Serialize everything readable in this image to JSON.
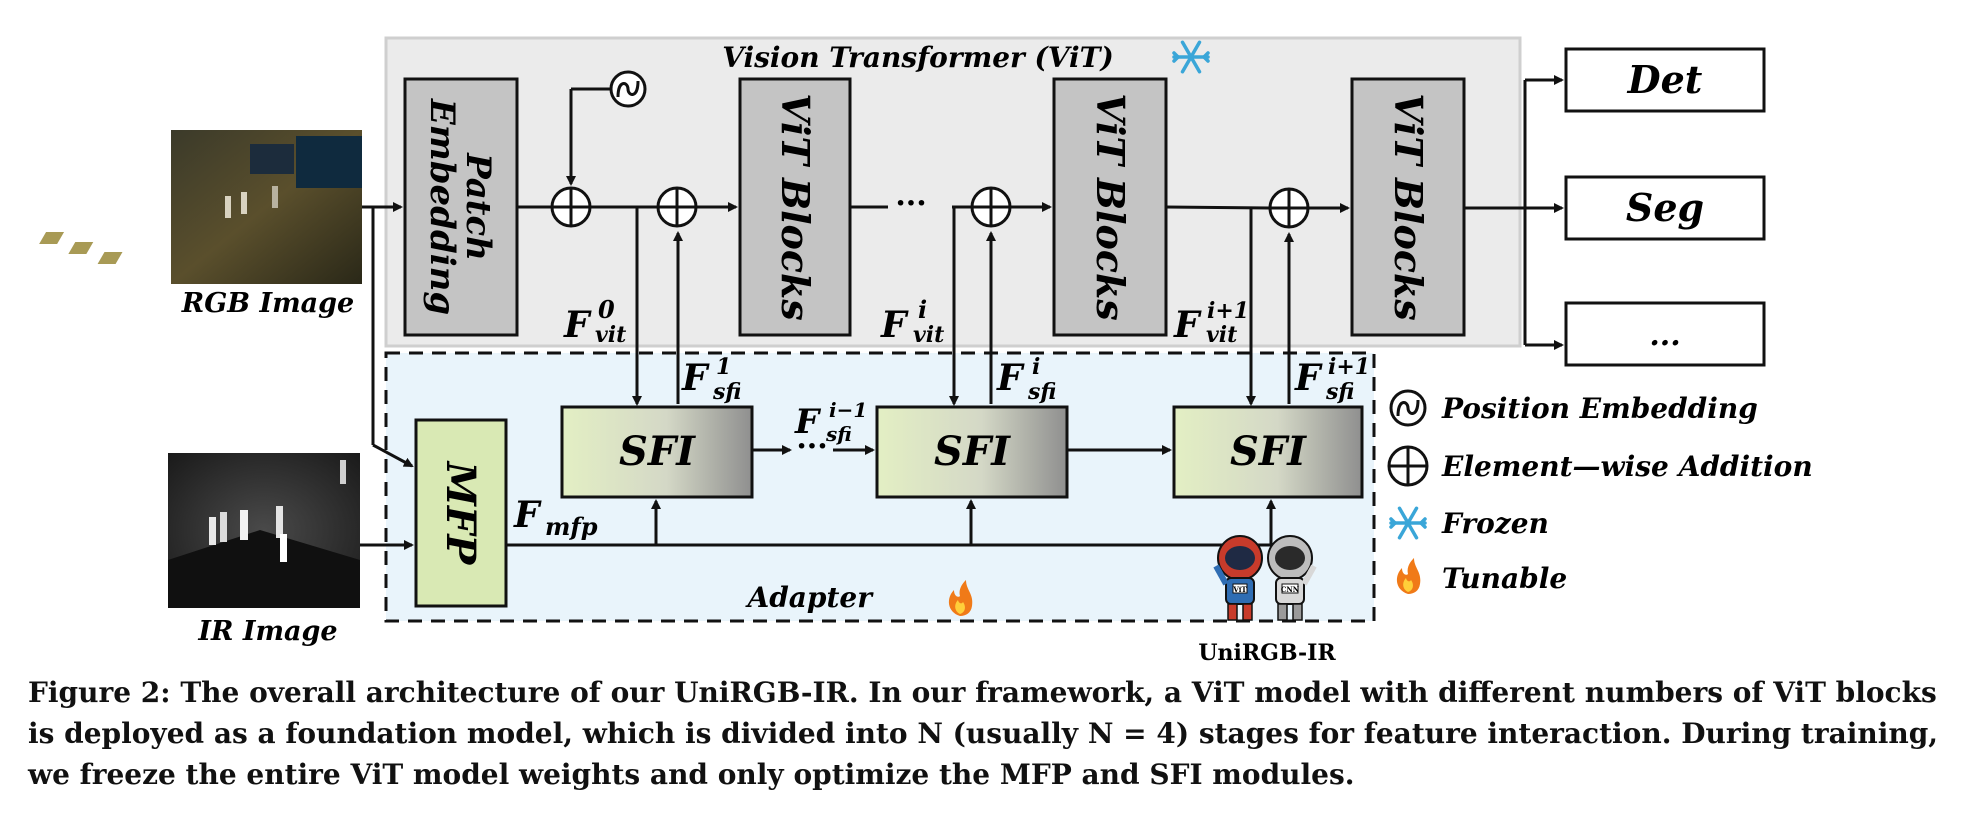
{
  "vit_title": "Vision Transformer (ViT)",
  "rgb_label": "RGB Image",
  "ir_label": "IR Image",
  "patch_embedding": [
    "Patch",
    "Embedding"
  ],
  "vit_blocks_label": "ViT Blocks",
  "ellipsis": "···",
  "outputs": [
    "Det",
    "Seg",
    "..."
  ],
  "features": {
    "vit": {
      "base": "F",
      "sub": "vit",
      "sups": [
        "0",
        "i",
        "i+1"
      ]
    },
    "sfi": {
      "base": "F",
      "sub": "sfi",
      "sups": [
        "1",
        "i",
        "i+1",
        "i−1"
      ]
    },
    "mfp": {
      "base": "F",
      "sub": "mfp"
    }
  },
  "sfi_label": "SFI",
  "mfp_label": "MFP",
  "adapter_label": "Adapter",
  "mascot": {
    "badges": [
      "ViT",
      "CNN"
    ],
    "name": "UniRGB-IR"
  },
  "legend": [
    {
      "icon": "position-embedding-icon",
      "label": "Position Embedding"
    },
    {
      "icon": "element-wise-addition-icon",
      "label": "Element—wise Addition"
    },
    {
      "icon": "snowflake-icon",
      "label": "Frozen"
    },
    {
      "icon": "flame-icon",
      "label": "Tunable"
    }
  ],
  "caption": "Figure 2: The overall architecture of our UniRGB-IR. In our framework, a ViT model with different numbers of ViT blocks is deployed as a foundation model, which is divided into N (usually N = 4) stages for feature interaction. During training, we freeze the entire ViT model weights and only optimize the MFP and SFI modules.",
  "colors": {
    "vit_region": "#ebebeb",
    "adapter_region": "#e9f4fb",
    "block_gray": "#c4c4c4",
    "mfp_green": "#d9e9b4",
    "frozen": "#3aa6d8",
    "tunable": "#f07a18"
  }
}
